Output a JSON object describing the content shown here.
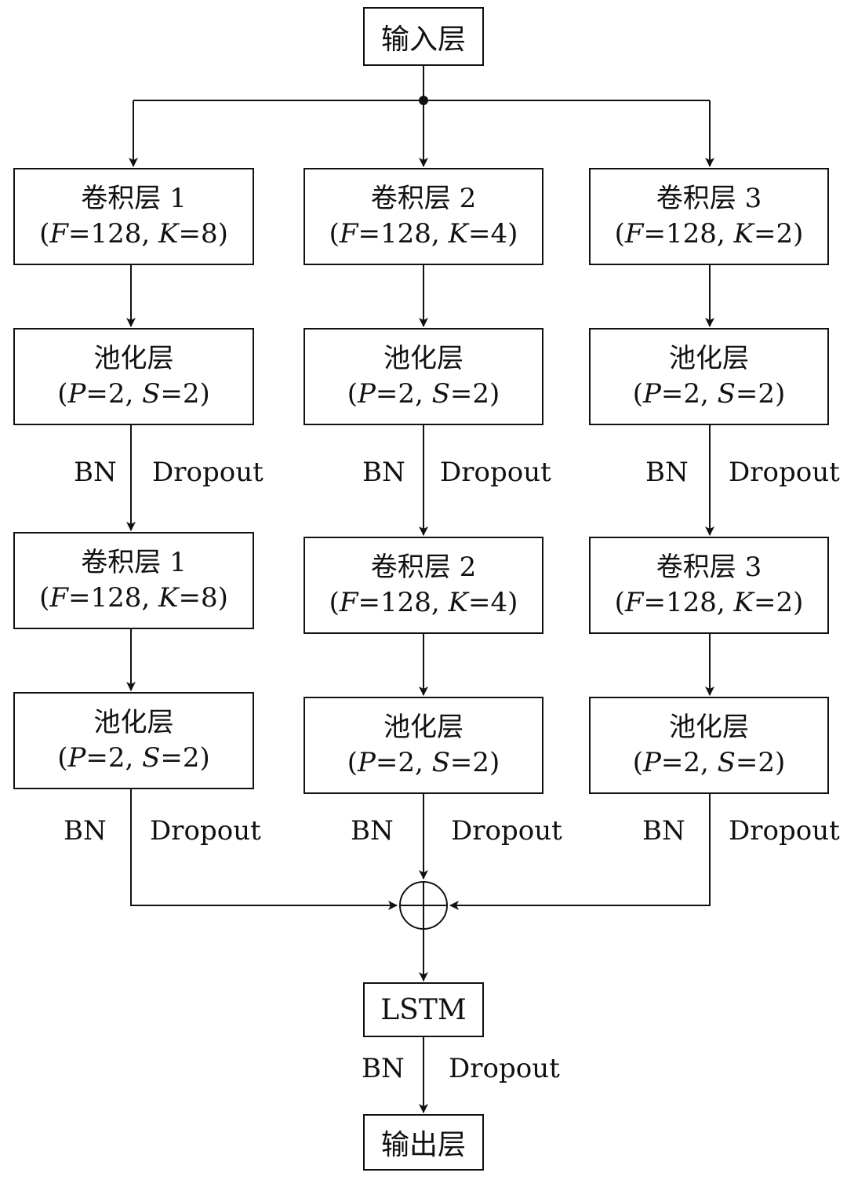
{
  "nodes": {
    "input": "输入层",
    "output": "输出层",
    "lstm": "LSTM"
  },
  "columns": [
    {
      "conv_title": "卷积层 1",
      "conv": {
        "f_sym": "F",
        "f_val": "128",
        "k_sym": "K",
        "k_val": "8"
      },
      "pool_title": "池化层",
      "pool": {
        "p_sym": "P",
        "p_val": "2",
        "s_sym": "S",
        "s_val": "2"
      }
    },
    {
      "conv_title": "卷积层 2",
      "conv": {
        "f_sym": "F",
        "f_val": "128",
        "k_sym": "K",
        "k_val": "4"
      },
      "pool_title": "池化层",
      "pool": {
        "p_sym": "P",
        "p_val": "2",
        "s_sym": "S",
        "s_val": "2"
      }
    },
    {
      "conv_title": "卷积层 3",
      "conv": {
        "f_sym": "F",
        "f_val": "128",
        "k_sym": "K",
        "k_val": "2"
      },
      "pool_title": "池化层",
      "pool": {
        "p_sym": "P",
        "p_val": "2",
        "s_sym": "S",
        "s_val": "2"
      }
    }
  ],
  "edge_labels": {
    "bn": "BN",
    "dropout": "Dropout"
  },
  "merge_symbol": "sum-node"
}
